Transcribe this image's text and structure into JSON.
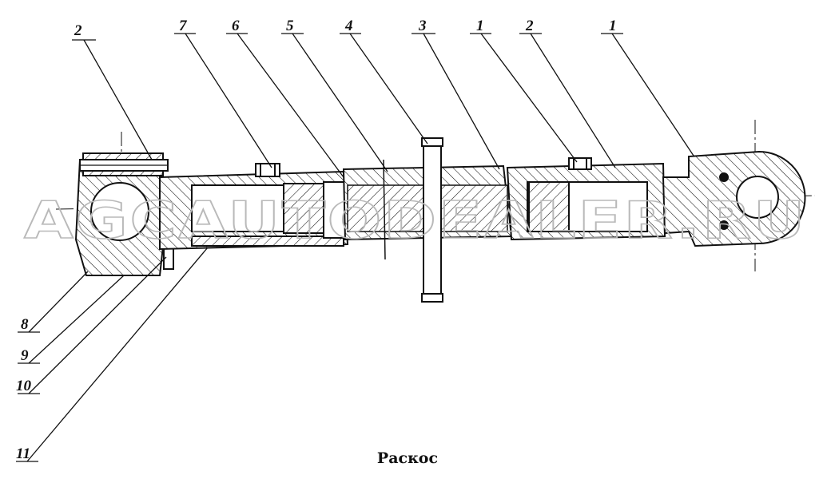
{
  "caption": "Раскос",
  "watermark": "AGCAUTODEALER.RU",
  "callouts": {
    "c1": "2",
    "c2": "7",
    "c3": "6",
    "c4": "5",
    "c5": "4",
    "c6": "3",
    "c7": "1",
    "c8": "2",
    "c9": "1",
    "c10": "8",
    "c11": "9",
    "c12": "10",
    "c13": "11"
  },
  "colors": {
    "ink": "#111111",
    "watermark": "#b9b9b9"
  }
}
